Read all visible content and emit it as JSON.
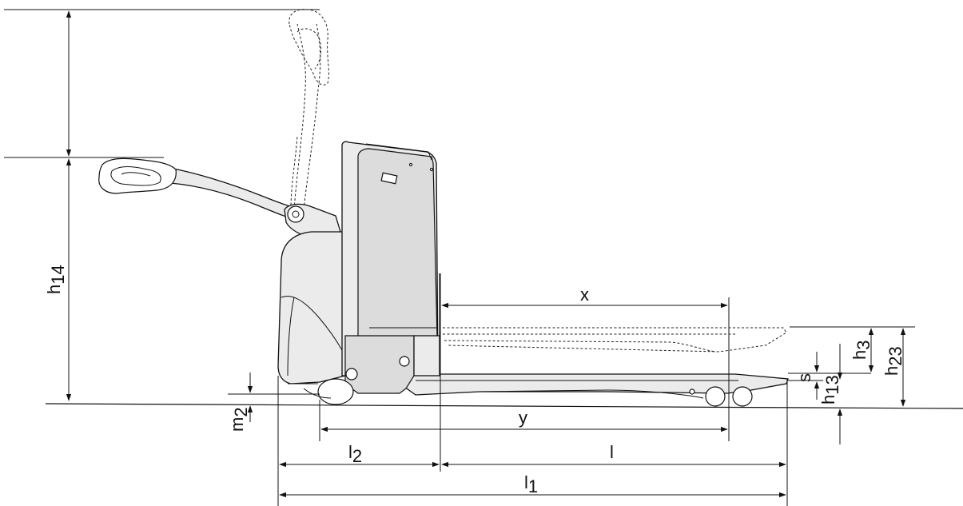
{
  "labels": {
    "h14": {
      "main": "h",
      "sub": "14"
    },
    "m2": {
      "main": "m",
      "sub": "2"
    },
    "x": {
      "main": "x"
    },
    "y": {
      "main": "y"
    },
    "l2": {
      "main": "l",
      "sub": "2"
    },
    "l": {
      "main": "l"
    },
    "l1": {
      "main": "l",
      "sub": "1"
    },
    "h3": {
      "main": "h",
      "sub": "3"
    },
    "h23": {
      "main": "h",
      "sub": "23"
    },
    "s": {
      "main": "s"
    },
    "h13": {
      "main": "h",
      "sub": "13"
    }
  }
}
